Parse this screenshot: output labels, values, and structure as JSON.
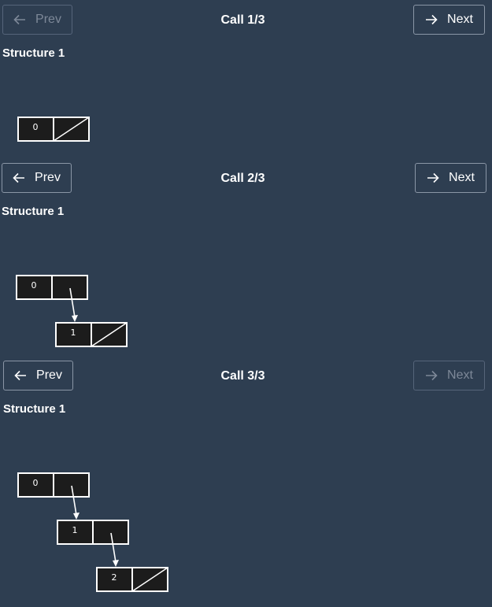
{
  "nav": {
    "prev_label": "Prev",
    "next_label": "Next"
  },
  "panels": [
    {
      "call_title": "Call 1/3",
      "structure_title": "Structure 1",
      "prev_enabled": false,
      "next_enabled": true,
      "nodes": [
        {
          "value": "0",
          "next_null": true
        }
      ]
    },
    {
      "call_title": "Call 2/3",
      "structure_title": "Structure 1",
      "prev_enabled": true,
      "next_enabled": true,
      "nodes": [
        {
          "value": "0",
          "next_null": false
        },
        {
          "value": "1",
          "next_null": true
        }
      ]
    },
    {
      "call_title": "Call 3/3",
      "structure_title": "Structure 1",
      "prev_enabled": true,
      "next_enabled": false,
      "nodes": [
        {
          "value": "0",
          "next_null": false
        },
        {
          "value": "1",
          "next_null": false
        },
        {
          "value": "2",
          "next_null": true
        }
      ]
    }
  ],
  "icons": {
    "prev": "arrow-left-icon",
    "next": "arrow-right-icon"
  },
  "colors": {
    "background": "#2e3e51",
    "node_fill": "#1c1c1c",
    "stroke": "#ffffff",
    "disabled_text": "#7d8898"
  }
}
